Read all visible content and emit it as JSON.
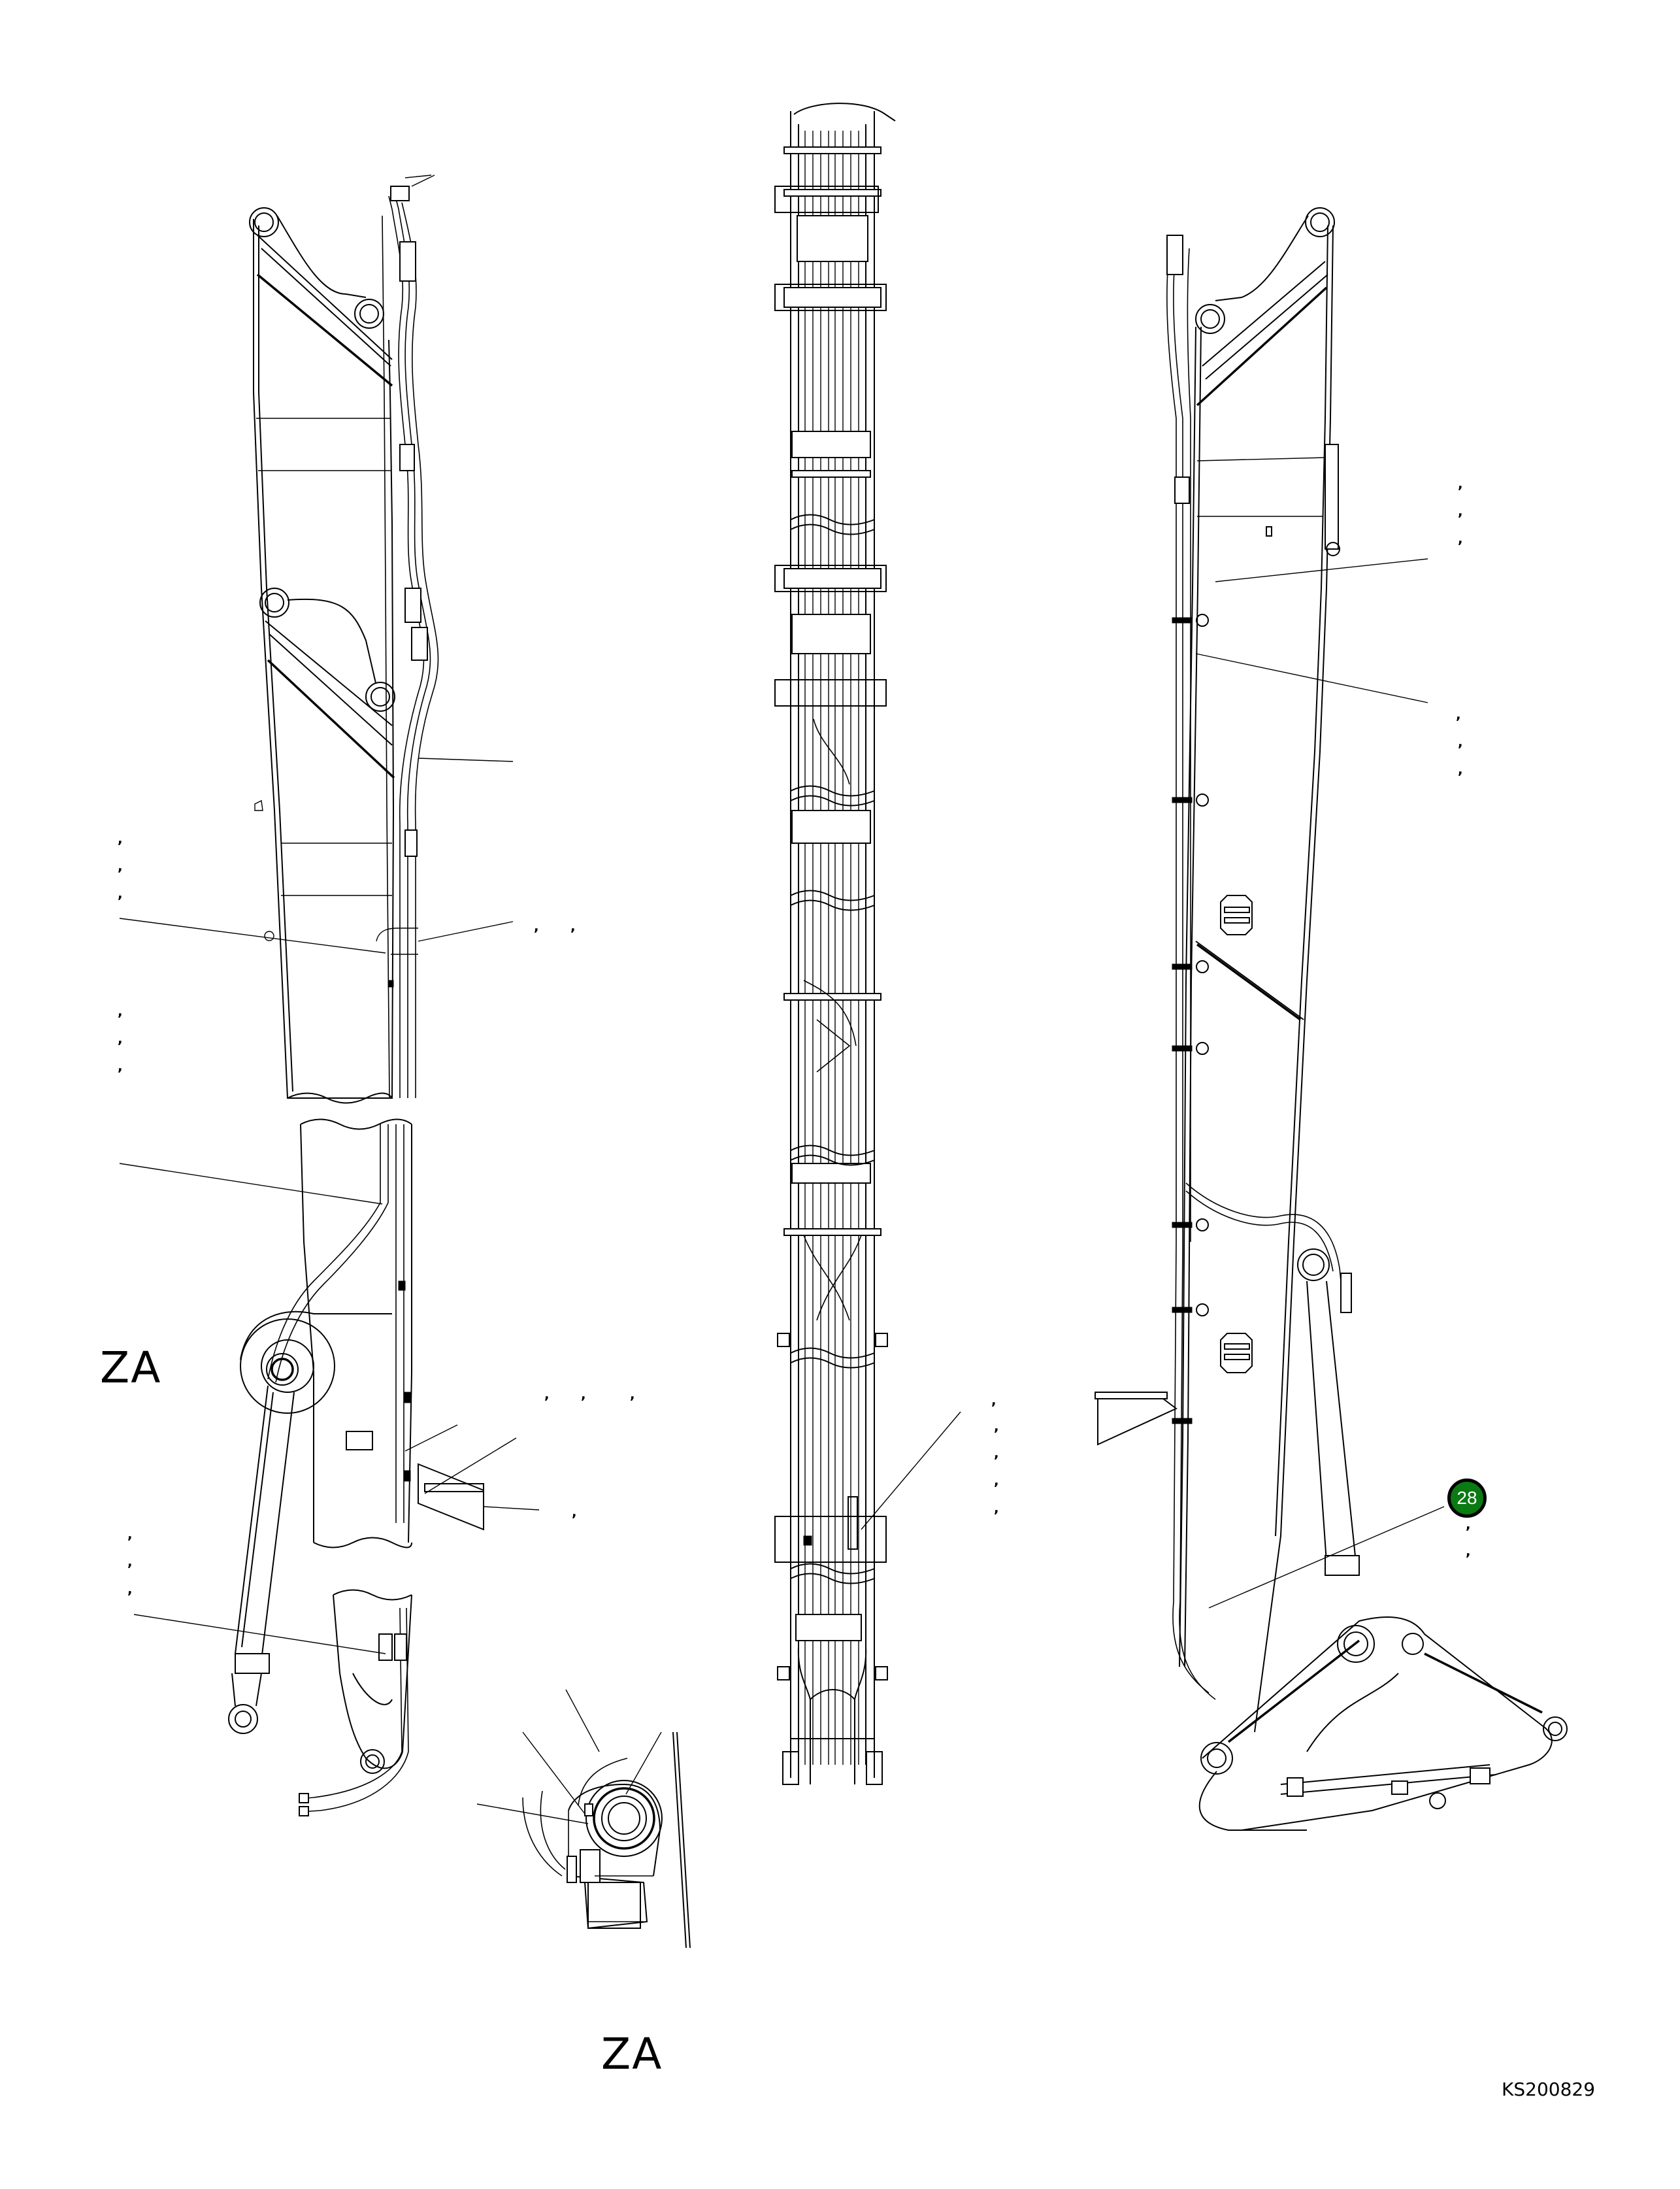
{
  "diagram": {
    "type": "parts-diagram",
    "subject": "boom and arm hydraulic piping, three views with detail",
    "reference_code": "KS200829",
    "views": [
      {
        "id": "left-side-view",
        "label": ""
      },
      {
        "id": "top-view",
        "label": ""
      },
      {
        "id": "right-side-view",
        "label": ""
      },
      {
        "id": "detail-za",
        "label": "ZA"
      }
    ],
    "detail_reference": {
      "label": "ZA",
      "arrow": "arrow-right-icon"
    },
    "detail_title": "ZA",
    "highlighted_callout": {
      "number": "28",
      "color": "#0a7a12",
      "text_color": "#ffffff"
    },
    "callout_placeholders": [
      {
        "id": "c1",
        "text": ","
      },
      {
        "id": "c2",
        "text": ","
      },
      {
        "id": "c3",
        "text": ","
      },
      {
        "id": "c4",
        "text": ","
      },
      {
        "id": "c5",
        "text": ","
      },
      {
        "id": "c6",
        "text": ","
      },
      {
        "id": "c7",
        "text": ","
      },
      {
        "id": "c8",
        "text": ","
      },
      {
        "id": "c9",
        "text": ","
      },
      {
        "id": "c10",
        "text": ","
      },
      {
        "id": "c11",
        "text": ","
      },
      {
        "id": "c12",
        "text": ","
      },
      {
        "id": "c13",
        "text": ","
      },
      {
        "id": "c14",
        "text": ","
      },
      {
        "id": "c15",
        "text": ","
      },
      {
        "id": "c16",
        "text": ","
      },
      {
        "id": "c17",
        "text": ","
      },
      {
        "id": "c18",
        "text": ","
      },
      {
        "id": "c19",
        "text": ","
      },
      {
        "id": "c20",
        "text": ","
      },
      {
        "id": "c21",
        "text": ","
      },
      {
        "id": "c22",
        "text": ","
      },
      {
        "id": "c23",
        "text": ","
      },
      {
        "id": "c24",
        "text": ","
      },
      {
        "id": "c25",
        "text": ","
      },
      {
        "id": "c26",
        "text": ","
      },
      {
        "id": "c27",
        "text": ","
      },
      {
        "id": "c28",
        "text": ","
      },
      {
        "id": "c29",
        "text": ","
      },
      {
        "id": "c30",
        "text": ","
      },
      {
        "id": "c31",
        "text": ","
      },
      {
        "id": "c32",
        "text": ","
      }
    ],
    "colors": {
      "line": "#000000",
      "background": "#ffffff",
      "callout_fill": "#0a7a12"
    }
  }
}
